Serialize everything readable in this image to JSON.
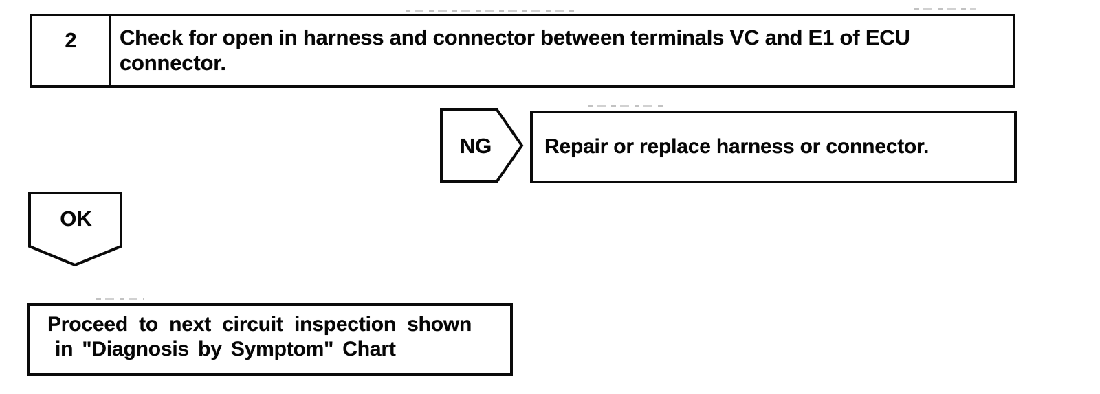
{
  "page": {
    "background_color": "#ffffff",
    "ink_color": "#060606"
  },
  "flowchart": {
    "step_box": {
      "number": "2",
      "instruction_lines": [
        "Check for open in harness and connector between terminals VC and E1 of ECU",
        "connector."
      ]
    },
    "ng_branch": {
      "label": "NG",
      "action": "Repair or replace harness or connector."
    },
    "ok_branch": {
      "label": "OK",
      "result_lines": [
        "Proceed to next circuit inspection shown",
        "in \"Diagnosis by Symptom\" Chart"
      ]
    }
  }
}
